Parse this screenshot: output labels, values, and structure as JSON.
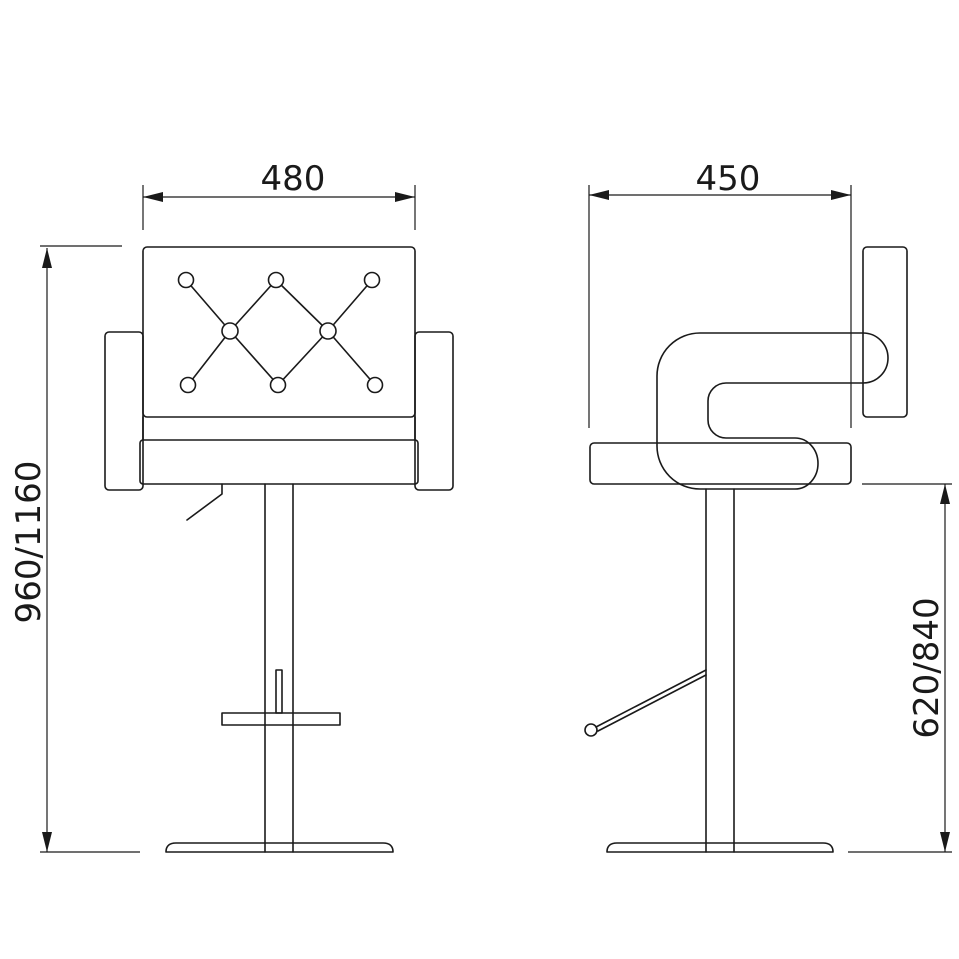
{
  "front_view": {
    "width_dimension": "480",
    "height_dimension": "960/1160"
  },
  "side_view": {
    "depth_dimension": "450",
    "seat_height_dimension": "620/840"
  },
  "line_color": "#1a1a1a"
}
